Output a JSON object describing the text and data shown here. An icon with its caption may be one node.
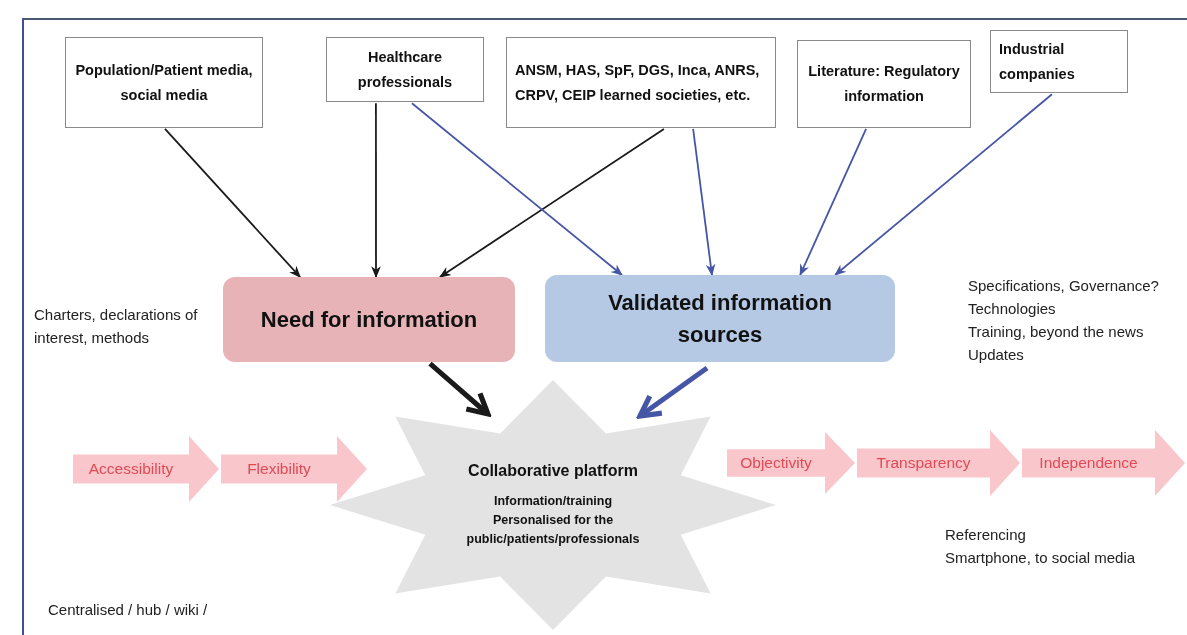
{
  "diagram": {
    "nodes": [
      {
        "text": [
          "Population/Patient media, social media"
        ]
      },
      {
        "text": [
          "Healthcare professionals"
        ]
      },
      {
        "text": [
          "ANSM, HAS, SpF, DGS, Inca, ANRS, CRPV, CEIP learned societies, etc."
        ]
      },
      {
        "text": [
          "Literature: Regulatory information"
        ]
      },
      {
        "text": [
          "Industrial companies"
        ]
      },
      {
        "text": [
          "Need for information"
        ]
      },
      {
        "text": [
          "Validated information sources"
        ]
      },
      {
        "text": [
          "Collaborative platform",
          "Information/training Personalised for the public/patients/professionals"
        ]
      },
      {
        "text": [
          "Accessibility"
        ]
      },
      {
        "text": [
          "Flexibility"
        ]
      },
      {
        "text": [
          "Objectivity"
        ]
      },
      {
        "text": [
          "Transparency"
        ]
      },
      {
        "text": [
          "Independence"
        ]
      }
    ],
    "edges": [
      {
        "from": 0,
        "to": 5,
        "arrow": "to",
        "color": "#1a1a1a"
      },
      {
        "from": 1,
        "to": 5,
        "arrow": "to",
        "color": "#1a1a1a"
      },
      {
        "from": 2,
        "to": 5,
        "arrow": "to",
        "color": "#1a1a1a"
      },
      {
        "from": 1,
        "to": 6,
        "arrow": "to"
      },
      {
        "from": 2,
        "to": 6,
        "arrow": "to"
      },
      {
        "from": 3,
        "to": 6,
        "arrow": "to"
      },
      {
        "from": 4,
        "to": 6,
        "arrow": "to"
      },
      {
        "from": 5,
        "to": 7,
        "arrow": "to",
        "style": "thick",
        "color": "#1a1a1a"
      },
      {
        "from": 6,
        "to": 7,
        "arrow": "to",
        "style": "thick"
      }
    ],
    "labels": [
      "Charters, declarations of interest, methods",
      "Specifications, Governance?",
      "Technologies",
      "Training, beyond the news",
      "Updates",
      "Referencing",
      "Smartphone, to social media",
      "Centralised / hub / wiki /"
    ]
  }
}
